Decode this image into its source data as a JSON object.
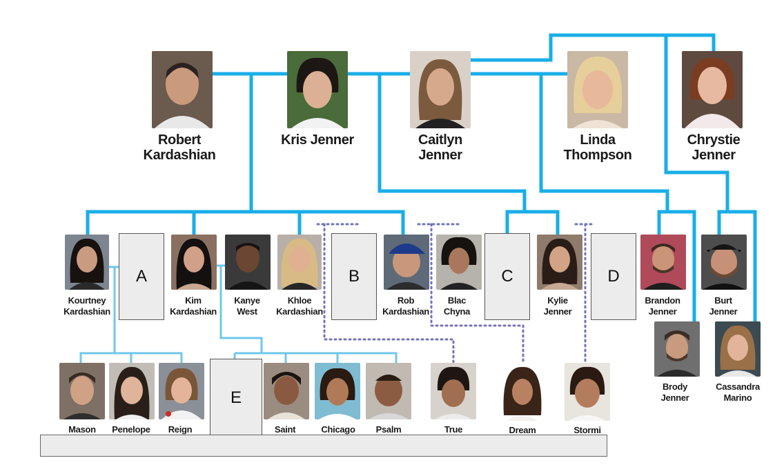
{
  "colors": {
    "line": "#19aee7",
    "light_line": "#6fc7ec",
    "dotted": "#7272b8",
    "box_fill": "#ececec"
  },
  "people": {
    "robert": "Robert\nKardashian",
    "kris": "Kris Jenner",
    "caitlyn": "Caitlyn\nJenner",
    "linda": "Linda\nThompson",
    "chrystie": "Chrystie\nJenner",
    "kourtney": "Kourtney\nKardashian",
    "kim": "Kim\nKardashian",
    "kanye": "Kanye\nWest",
    "khloe": "Khloe\nKardashian",
    "rob": "Rob\nKardashian",
    "blac": "Blac\nChyna",
    "kylie": "Kylie\nJenner",
    "brandon": "Brandon\nJenner",
    "burt": "Burt\nJenner",
    "brody": "Brody\nJenner",
    "cassandra": "Cassandra\nMarino",
    "mason": "Mason",
    "penelope": "Penelope",
    "reign": "Reign",
    "saint": "Saint",
    "chicago": "Chicago",
    "psalm": "Psalm",
    "true": "True",
    "dream": "Dream",
    "stormi": "Stormi"
  },
  "placeholders": {
    "a": "A",
    "b": "B",
    "c": "C",
    "d": "D",
    "e": "E"
  }
}
